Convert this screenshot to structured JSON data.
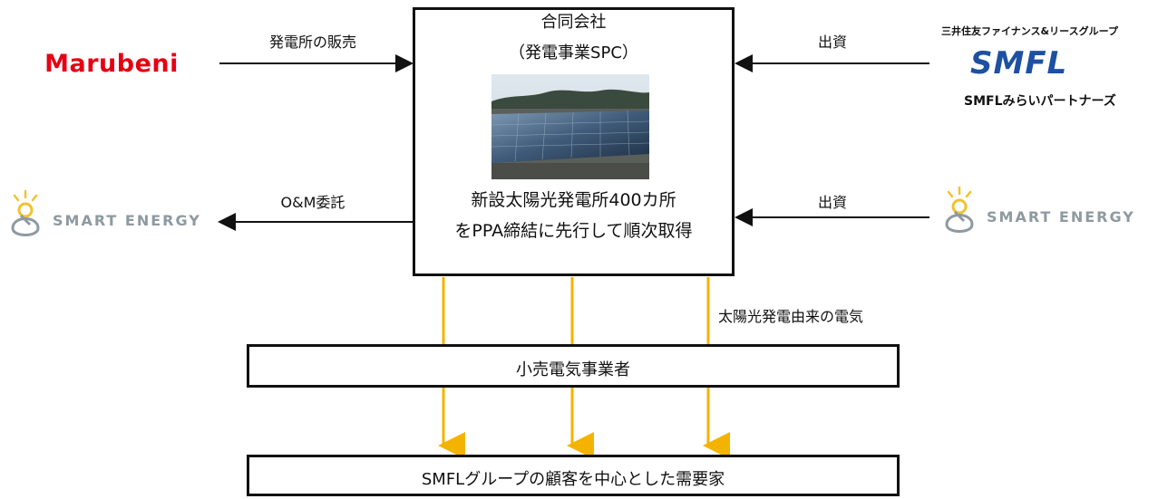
{
  "spc": {
    "title_line1": "合同会社",
    "title_line2": "（発電事業SPC）",
    "desc_line1": "新設太陽光発電所400カ所",
    "desc_line2": "をPPA締結に先行して順次取得"
  },
  "left": {
    "marubeni_logo": "Marubeni",
    "sales_label": "発電所の販売",
    "om_label": "O&M委託",
    "smart_energy_logo": "SMART ENERGY"
  },
  "right": {
    "group_name": "三井住友ファイナンス&リースグループ",
    "smfl_logo": "SMFL",
    "smfl_sub": "SMFLみらいパートナーズ",
    "invest_label_1": "出資",
    "invest_label_2": "出資",
    "smart_energy_logo": "SMART ENERGY"
  },
  "flow": {
    "electricity_label": "太陽光発電由来の電気",
    "retailer": "小売電気事業者",
    "customers": "SMFLグループの顧客を中心とした需要家"
  },
  "colors": {
    "marubeni_red": "#e60012",
    "smfl_blue": "#1d50a2",
    "arrow_orange": "#f5b301",
    "smart_energy_gray": "#8e9aa1",
    "smart_energy_yellow": "#f2c230"
  }
}
